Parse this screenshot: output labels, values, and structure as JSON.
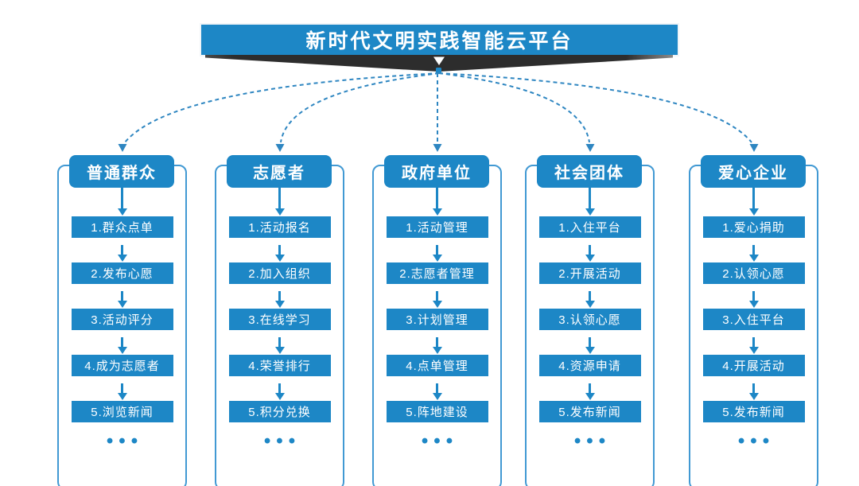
{
  "title": "新时代文明实践智能云平台",
  "more_indicator": "•••",
  "colors": {
    "primary_blue": "#1d87c6",
    "panel_border": "#4199d3",
    "connector_blue": "#2e86c1",
    "ribbon_dark": "#2d2d2d",
    "text_on_blue": "#ffffff"
  },
  "columns": [
    {
      "title": "普通群众",
      "items": [
        "1.群众点单",
        "2.发布心愿",
        "3.活动评分",
        "4.成为志愿者",
        "5.浏览新闻"
      ]
    },
    {
      "title": "志愿者",
      "items": [
        "1.活动报名",
        "2.加入组织",
        "3.在线学习",
        "4.荣誉排行",
        "5.积分兑换"
      ]
    },
    {
      "title": "政府单位",
      "items": [
        "1.活动管理",
        "2.志愿者管理",
        "3.计划管理",
        "4.点单管理",
        "5.阵地建设"
      ]
    },
    {
      "title": "社会团体",
      "items": [
        "1.入住平台",
        "2.开展活动",
        "3.认领心愿",
        "4.资源申请",
        "5.发布新闻"
      ]
    },
    {
      "title": "爱心企业",
      "items": [
        "1.爱心捐助",
        "2.认领心愿",
        "3.入住平台",
        "4.开展活动",
        "5.发布新闻"
      ]
    }
  ]
}
